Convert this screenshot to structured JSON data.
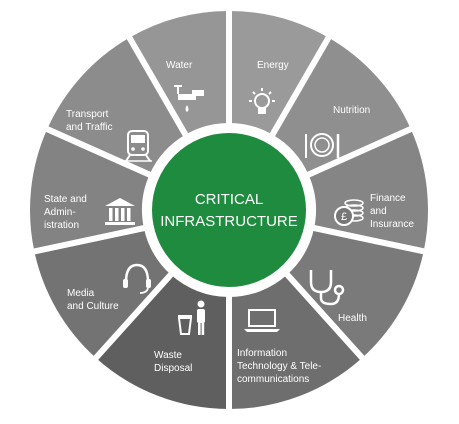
{
  "center": {
    "lines": [
      "CRITICAL",
      "INFRASTRUCTURE"
    ],
    "color": "#1f8b3f"
  },
  "colors": {
    "ring_border": "#ffffff",
    "segment_shades": [
      "#9a9a9a",
      "#8f8f8f",
      "#858585",
      "#7a7a7a",
      "#6e6e6e",
      "#5f5f5f",
      "#737373",
      "#838383",
      "#8c8c8c",
      "#969696",
      "#a0a0a0",
      "#a8a8a8"
    ]
  },
  "segments": [
    {
      "id": "energy",
      "lines": [
        "Energy"
      ],
      "icon": "lightbulb-icon"
    },
    {
      "id": "nutrition",
      "lines": [
        "Nutrition"
      ],
      "icon": "plate-cutlery-icon"
    },
    {
      "id": "finance",
      "lines": [
        "Finance",
        "and",
        "Insurance"
      ],
      "icon": "coins-pound-icon"
    },
    {
      "id": "health",
      "lines": [
        "Health"
      ],
      "icon": "stethoscope-icon"
    },
    {
      "id": "it",
      "lines": [
        "Information",
        "Technology & Tele-",
        "communications"
      ],
      "icon": "laptop-icon"
    },
    {
      "id": "waste",
      "lines": [
        "Waste",
        "Disposal"
      ],
      "icon": "waste-bin-person-icon"
    },
    {
      "id": "media",
      "lines": [
        "Media",
        "and Culture"
      ],
      "icon": "headset-icon"
    },
    {
      "id": "state",
      "lines": [
        "State and",
        "Admin-",
        "istration"
      ],
      "icon": "government-building-icon"
    },
    {
      "id": "transport",
      "lines": [
        "Transport",
        "and Traffic"
      ],
      "icon": "train-icon"
    },
    {
      "id": "water",
      "lines": [
        "Water"
      ],
      "icon": "faucet-icon"
    }
  ]
}
